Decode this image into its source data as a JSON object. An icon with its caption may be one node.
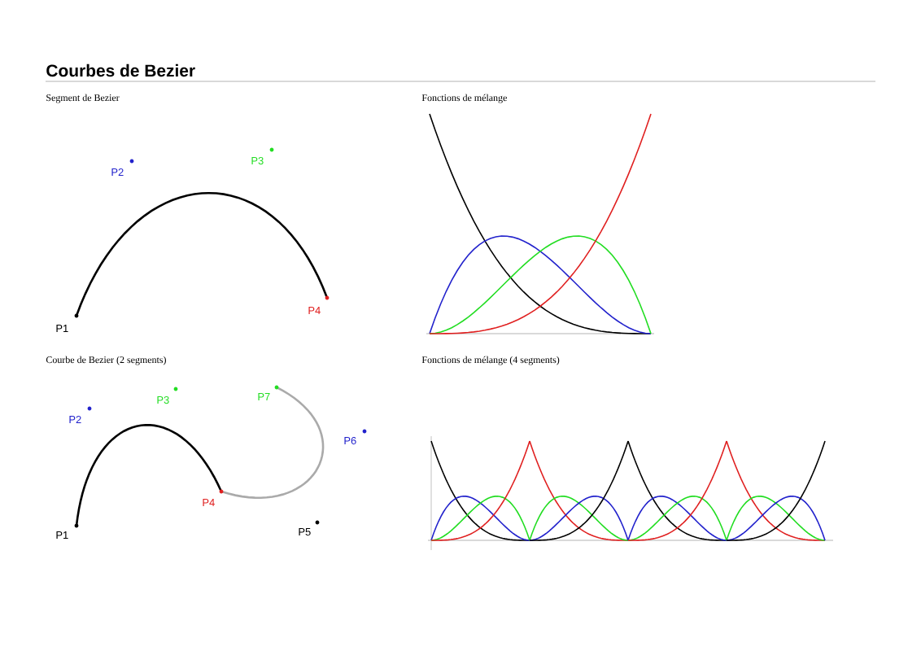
{
  "diagram": {
    "title": "Courbes de Bezier",
    "labels": [
      "Segment de Bezier",
      "Fonctions de mélange",
      "P1",
      "P2",
      "P3",
      "P4",
      "Courbe de Bezier (2 segments)",
      "Fonctions de mélange (4 segments)",
      "P1",
      "P2",
      "P3",
      "P4",
      "P5",
      "P6",
      "P7"
    ]
  }
}
